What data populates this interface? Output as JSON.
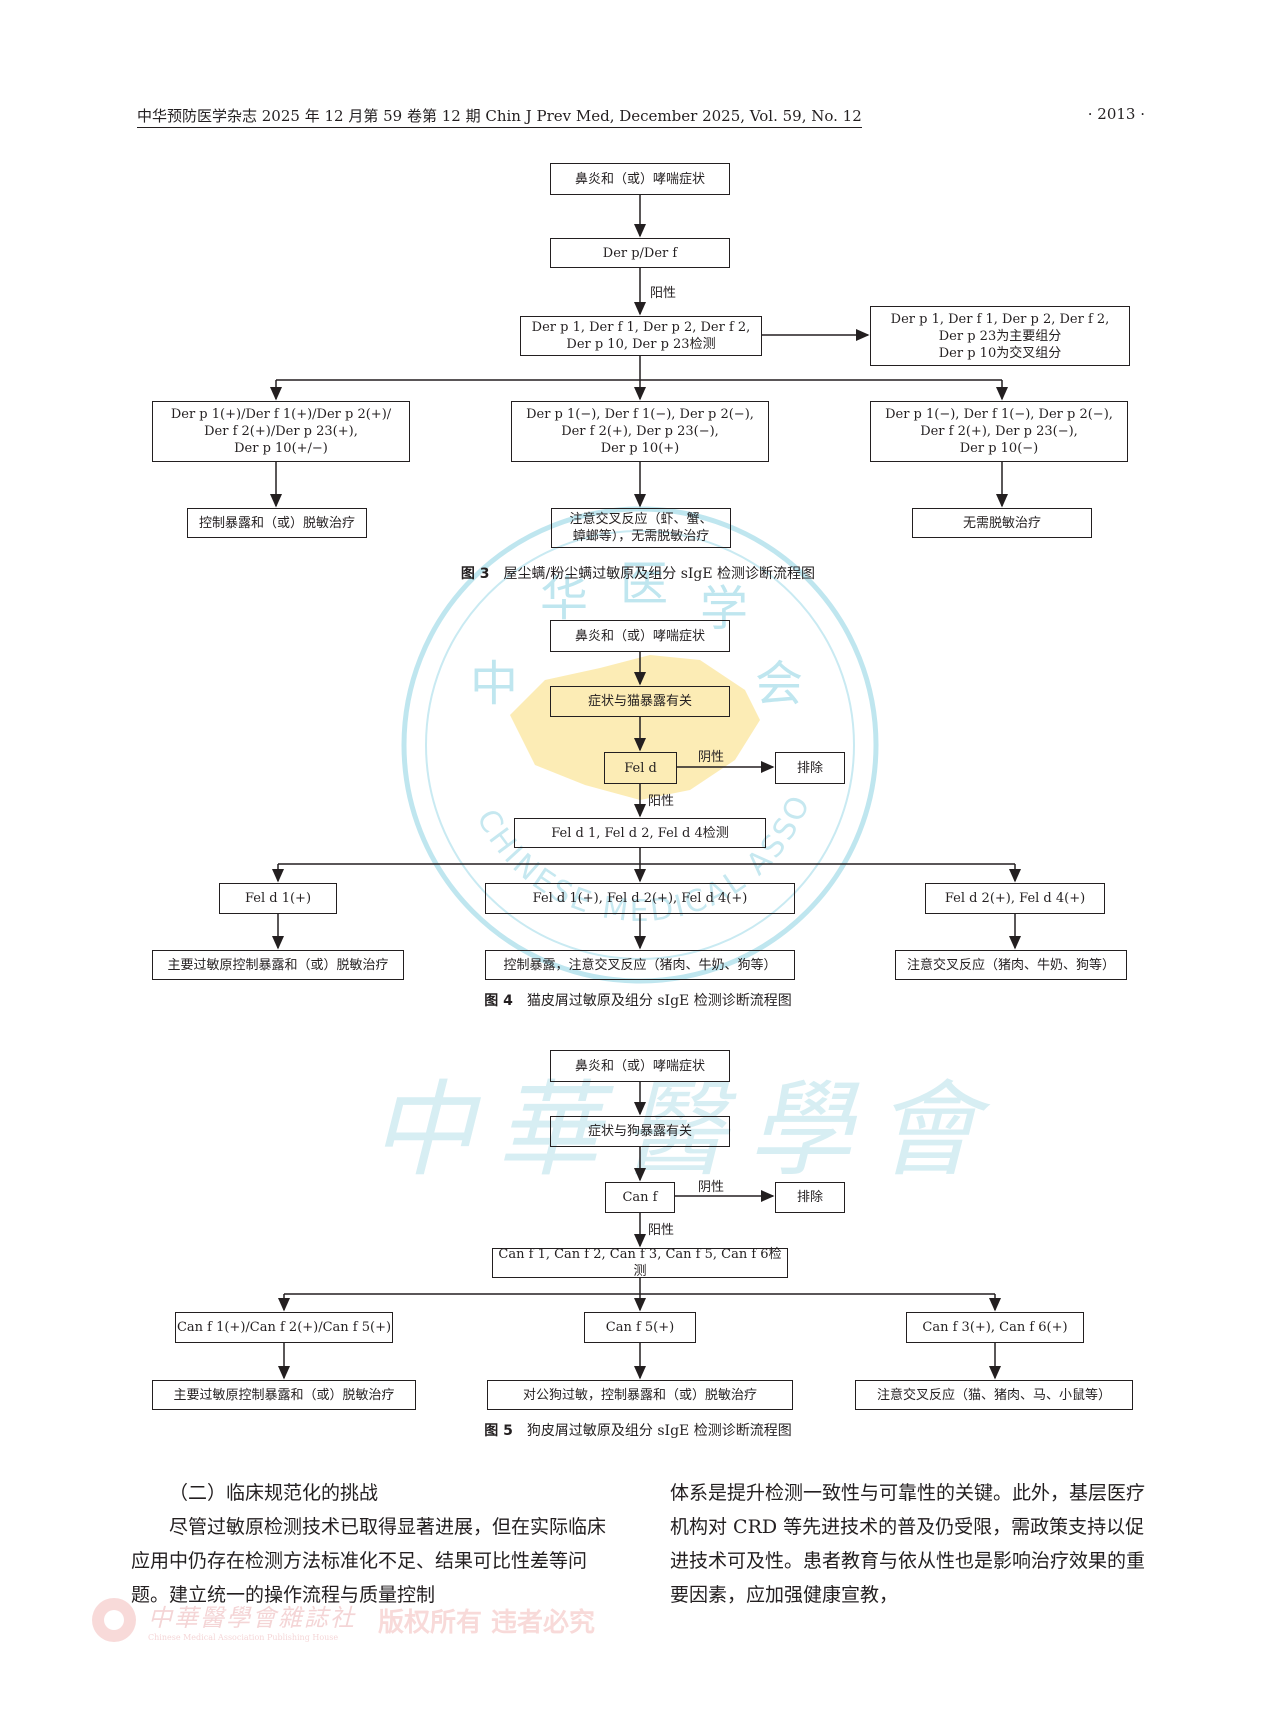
{
  "header": {
    "left": "中华预防医学杂志 2025 年 12 月第 59 卷第 12 期   Chin J Prev Med, December 2025, Vol. 59, No. 12",
    "right": "· 2013 ·"
  },
  "fig3": {
    "caption_num": "图 3",
    "caption_text": "屋尘螨/粉尘螨过敏原及组分 sIgE 检测诊断流程图",
    "b1": "鼻炎和（或）哮喘症状",
    "b2": "Der p/Der f",
    "pos": "阳性",
    "b3": "Der p 1, Der f 1, Der p 2, Der f 2,\nDer p 10, Der p 23检测",
    "b4": "Der p 1, Der f 1, Der p 2, Der f 2,\nDer p 23为主要组分\nDer p 10为交叉组分",
    "b5": "Der p 1(+)/Der f 1(+)/Der p 2(+)/\nDer f 2(+)/Der p 23(+),\nDer p 10(+/−)",
    "b6": "Der p 1(−), Der f 1(−), Der p 2(−),\nDer f 2(+), Der p 23(−),\nDer p 10(+)",
    "b7": "Der p 1(−), Der f 1(−), Der p 2(−),\nDer f 2(+), Der p 23(−),\nDer p 10(−)",
    "b8": "控制暴露和（或）脱敏治疗",
    "b9": "注意交叉反应（虾、蟹、\n蟑螂等），无需脱敏治疗",
    "b10": "无需脱敏治疗"
  },
  "fig4": {
    "caption_num": "图 4",
    "caption_text": "猫皮屑过敏原及组分 sIgE 检测诊断流程图",
    "b1": "鼻炎和（或）哮喘症状",
    "b2": "症状与猫暴露有关",
    "b3": "Fel d",
    "neg": "阴性",
    "exclude": "排除",
    "pos": "阳性",
    "b4": "Fel d 1, Fel d 2, Fel d 4检测",
    "b5": "Fel d 1(+)",
    "b6": "Fel d 1(+), Fel d 2(+), Fel d 4(+)",
    "b7": "Fel d 2(+), Fel d 4(+)",
    "b8": "主要过敏原控制暴露和（或）脱敏治疗",
    "b9": "控制暴露，注意交叉反应（猪肉、牛奶、狗等）",
    "b10": "注意交叉反应（猪肉、牛奶、狗等）"
  },
  "fig5": {
    "caption_num": "图 5",
    "caption_text": "狗皮屑过敏原及组分 sIgE 检测诊断流程图",
    "b1": "鼻炎和（或）哮喘症状",
    "b2": "症状与狗暴露有关",
    "b3": "Can f",
    "neg": "阴性",
    "exclude": "排除",
    "pos": "阳性",
    "b4": "Can f 1, Can f 2, Can f 3, Can f 5, Can f 6检测",
    "b5": "Can f 1(+)/Can f 2(+)/Can f 5(+)",
    "b6": "Can f 5(+)",
    "b7": "Can f 3(+), Can f 6(+)",
    "b8": "主要过敏原控制暴露和（或）脱敏治疗",
    "b9": "对公狗过敏，控制暴露和（或）脱敏治疗",
    "b10": "注意交叉反应（猫、猪肉、马、小鼠等）"
  },
  "body": {
    "heading": "（二）临床规范化的挑战",
    "left_para": "尽管过敏原检测技术已取得显著进展，但在实际临床应用中仍存在检测方法标准化不足、结果可比性差等问题。建立统一的操作流程与质量控制",
    "right_para": "体系是提升检测一致性与可靠性的关键。此外，基层医疗机构对 CRD 等先进技术的普及仍受限，需政策支持以促进技术可及性。患者教育与依从性也是影响治疗效果的重要因素，应加强健康宣教，"
  },
  "watermark": {
    "society_chars": [
      "中",
      "华",
      "医",
      "学",
      "会"
    ],
    "society_en": "CHINESE MEDICAL ASSOCIATION",
    "calligraphy": "中華醫學會",
    "publisher": "中華醫學會雜誌社",
    "publisher_en": "Chinese Medical Association Publishing House",
    "rights": "版权所有 违者必究"
  }
}
